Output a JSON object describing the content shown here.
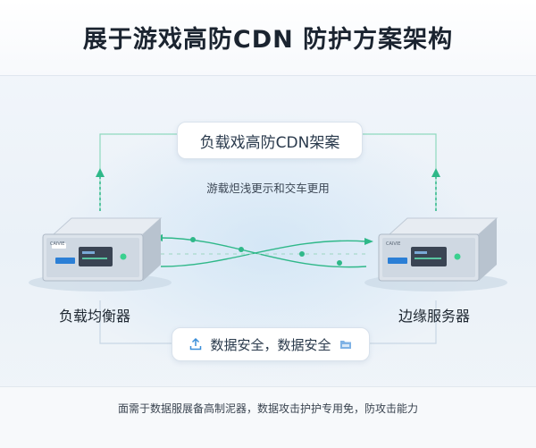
{
  "header": {
    "title": "展于游戏高防CDN 防护方案架构"
  },
  "diagram": {
    "cdn_box_label": "负载戏高防CDN架案",
    "cdn_caption": "游载炟浅更示和交车更用",
    "left_node": {
      "label": "负载均衡器",
      "brand": "CAIVIE"
    },
    "right_node": {
      "label": "边缘服务器",
      "brand": "CAIVIE"
    },
    "data_pill_label": "数据安全，数据安全",
    "accent_color": "#2fb889"
  },
  "footer": {
    "text": "面需于数据服展备高制泥器，数据攻击护护专用免，防攻击能力"
  }
}
